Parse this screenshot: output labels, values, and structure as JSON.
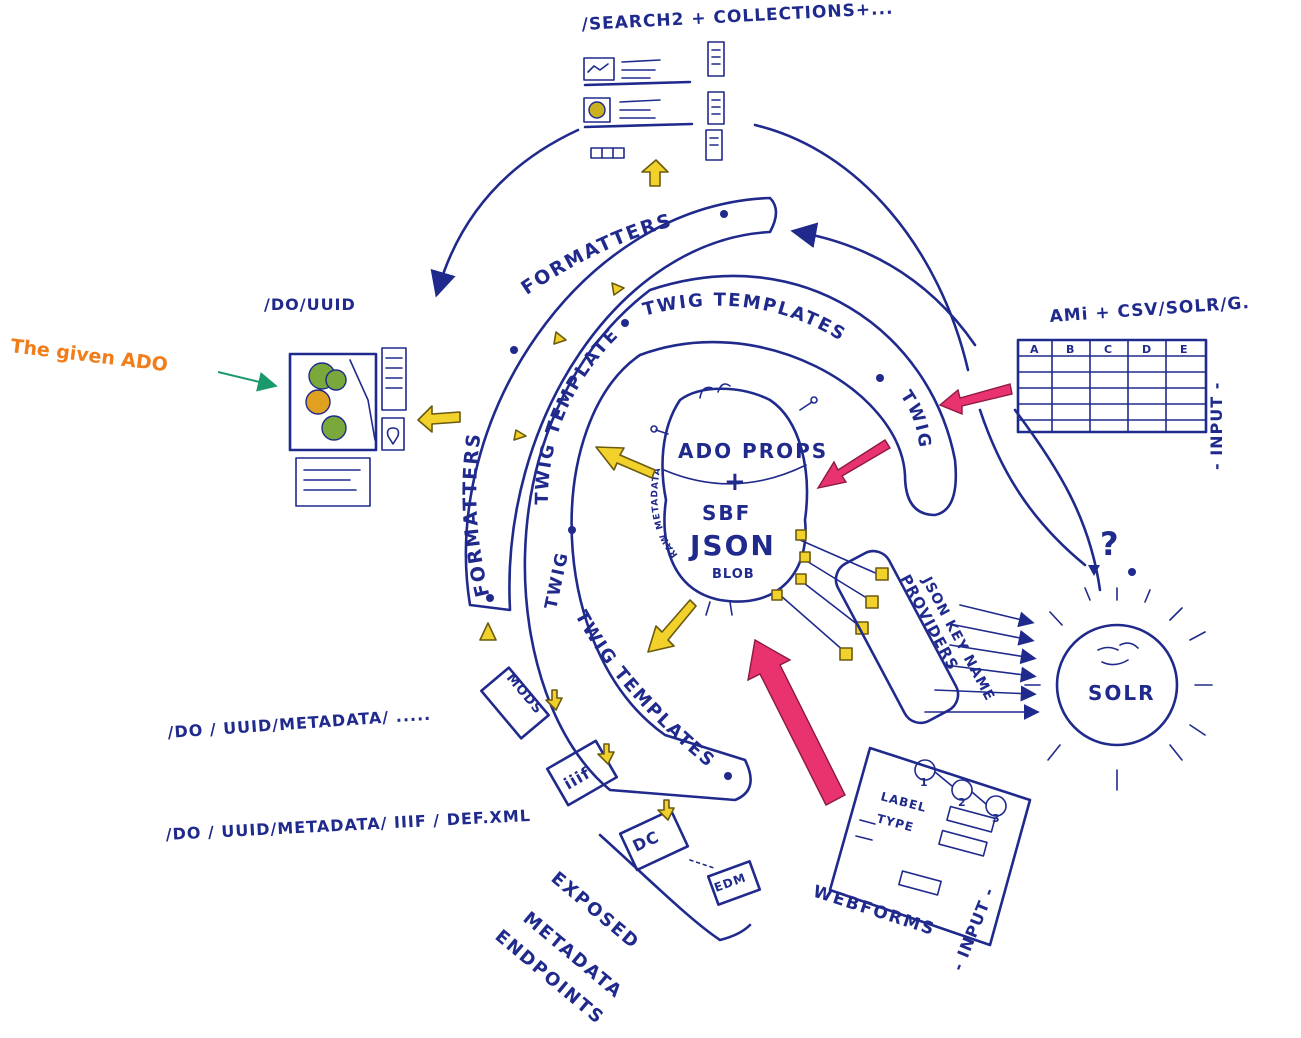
{
  "annotation": {
    "label": "The given ADO",
    "color": "#f07d1a",
    "arrow_color": "#1a9a6a"
  },
  "colors": {
    "ink": "#1f2a8c",
    "yellow_arrow": "#f2d12a",
    "pink_arrow": "#e8336f"
  },
  "labels": {
    "search_title": "/SEARCH2 + COLLECTIONS+...",
    "do_uuid": "/DO/UUID",
    "ami_csv": "AMi + CSV/SOLR/G.",
    "input_right": "- INPUT -",
    "input_bottom": "- INPUT -",
    "formatters_outer_top": "FORMATTERS",
    "formatters_outer_left": "FORMATTERS",
    "twig_inner_top": "TWIG TEMPLATES",
    "twig_inner_left": "TWIG TEMPLATES",
    "twig_inner_right": "TWIG",
    "twig_bottom_1": "TWIG TEMPLATES",
    "twig_bottom_2": "TWIG",
    "ado_props": "ADO PROPS",
    "plus": "+",
    "sbf": "SBF",
    "json": "JSON",
    "blob": "BLOB",
    "raw_metadata": "RAW METADATA",
    "json_key_name": "JSON KEY NAME",
    "providers": "PROVIDERS",
    "solr": "SOLR",
    "question": "?",
    "mods": "MODS",
    "iiif": "iiif",
    "dc": "DC",
    "edm": "EDM",
    "metadata_path": "/DO / UUID/METADATA/ .....",
    "iiif_path": "/DO / UUID/METADATA/ IIIF / DEF.XML",
    "exposed": "EXPOSED",
    "metadata": "METADATA",
    "endpoints": "ENDPOINTS",
    "webforms": "WEBFORMS",
    "form_label": "LABEL",
    "form_type": "TYPE",
    "step_1": "1",
    "step_2": "2",
    "step_3": "3",
    "spreadsheet_cols": [
      "A",
      "B",
      "C",
      "D",
      "E"
    ]
  }
}
